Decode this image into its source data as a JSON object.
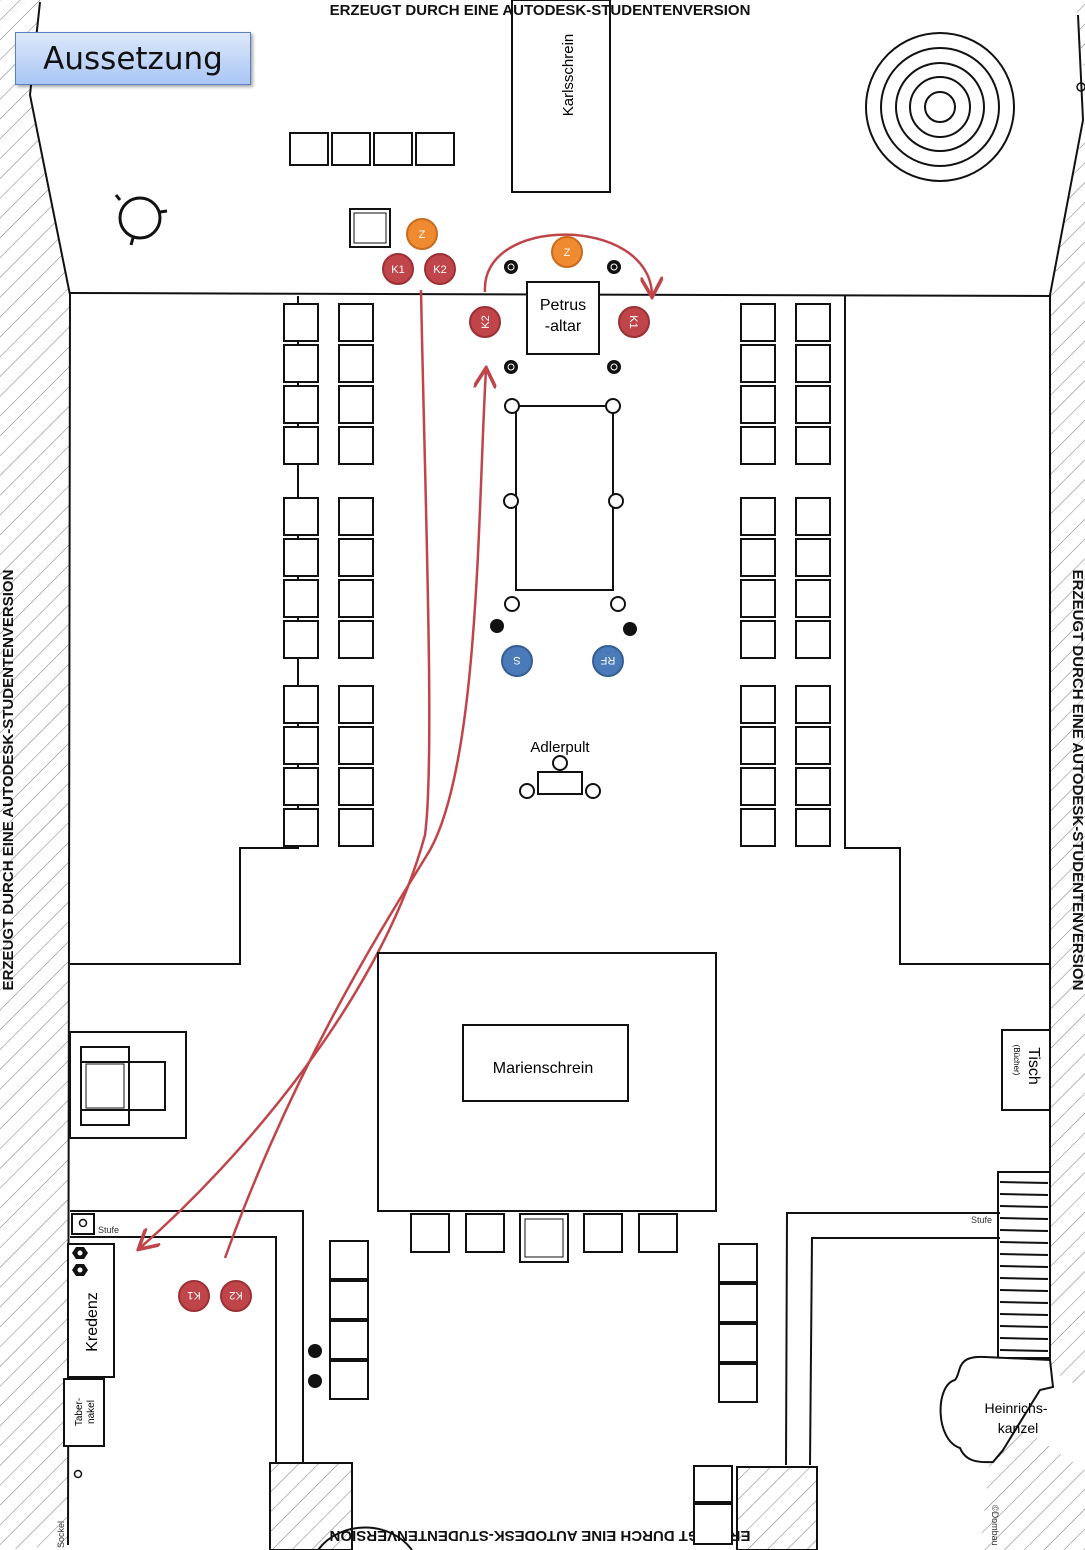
{
  "title": "Aussetzung",
  "watermark": "ERZEUGT DURCH EINE AUTODESK-STUDENTENVERSION",
  "labels": {
    "karlsschrein": "Karlsschrein",
    "petrus_line1": "Petrus",
    "petrus_line2": "-altar",
    "adlerpult": "Adlerpult",
    "marienschrein": "Marienschrein",
    "tisch": "Tisch",
    "tisch_sub": "(Bücher)",
    "stufe_left": "Stufe",
    "stufe_right": "Stufe",
    "kredenz": "Kredenz",
    "tabernakel_line1": "Taber-",
    "tabernakel_line2": "nakel",
    "heinrichs_line1": "Heinrichs-",
    "heinrichs_line2": "kanzel",
    "copyright": "©Dombau",
    "sockel": "Sockel"
  },
  "roles": [
    {
      "id": "Z",
      "label": "Z",
      "role": "zeremoniar",
      "color": "#f08a30",
      "location": "north-of-altar-left",
      "rotated": false
    },
    {
      "id": "K1",
      "label": "K1",
      "role": "kerzentraeger-1",
      "color": "#c0454a",
      "location": "north-of-altar-left",
      "rotated": false
    },
    {
      "id": "K2",
      "label": "K2",
      "role": "kerzentraeger-2",
      "color": "#c0454a",
      "location": "north-of-altar-left",
      "rotated": false
    },
    {
      "id": "Z",
      "label": "Z",
      "role": "zeremoniar",
      "color": "#f08a30",
      "location": "behind-petrusaltar",
      "rotated": false
    },
    {
      "id": "K2",
      "label": "K2",
      "role": "kerzentraeger-2",
      "color": "#c0454a",
      "location": "left-of-petrusaltar",
      "rotated": true
    },
    {
      "id": "K1",
      "label": "K1",
      "role": "kerzentraeger-1",
      "color": "#c0454a",
      "location": "right-of-petrusaltar",
      "rotated": true
    },
    {
      "id": "S",
      "label": "S",
      "role": "sakristan",
      "color": "#4a7ab8",
      "location": "nave-left",
      "rotated": true
    },
    {
      "id": "RF",
      "label": "RF",
      "role": "rauchfass",
      "color": "#4a7ab8",
      "location": "nave-right",
      "rotated": true
    },
    {
      "id": "K1",
      "label": "K1",
      "role": "kerzentraeger-1",
      "color": "#c0454a",
      "location": "sakristei",
      "rotated": true
    },
    {
      "id": "K2",
      "label": "K2",
      "role": "kerzentraeger-2",
      "color": "#c0454a",
      "location": "sakristei",
      "rotated": true
    }
  ],
  "colors": {
    "path": "#c0454a",
    "title_top": "#dde8fb",
    "title_bottom": "#a9c6f4",
    "orange": "#f08a30",
    "red": "#c0454a",
    "blue": "#4a7ab8"
  }
}
